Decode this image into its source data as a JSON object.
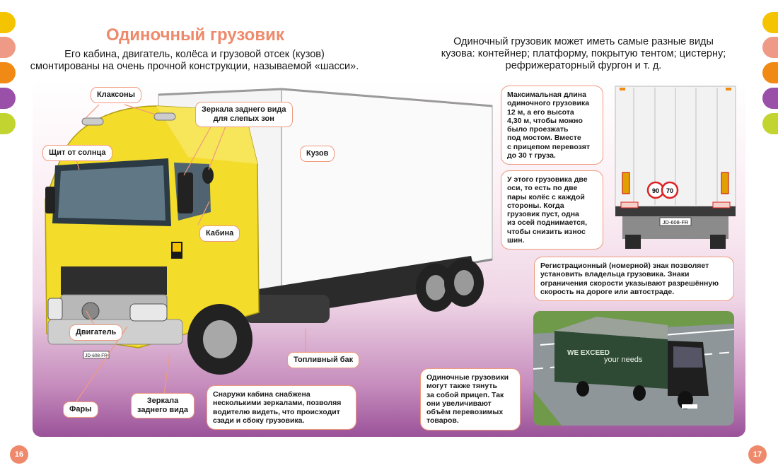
{
  "title": "Одиночный грузовик",
  "intro_left": [
    "Его кабина, двигатель, колёса и грузовой отсек (кузов)",
    "смонтированы на очень прочной конструкции, называемой «шасси»."
  ],
  "intro_right": [
    "Одиночный грузовик может иметь самые разные виды",
    "кузова: контейнер; платформу, покрытую тентом; цистерну;",
    "рефрижераторный фургон и т. д."
  ],
  "labels": {
    "horns": "Клаксоны",
    "blindspot_mirrors": [
      "Зеркала заднего вида",
      "для слепых зон"
    ],
    "sun_visor": "Щит от солнца",
    "body": "Кузов",
    "cab": "Кабина",
    "engine": "Двигатель",
    "fuel_tank": "Топливный бак",
    "headlights": "Фары",
    "mirrors": [
      "Зеркала",
      "заднего вида"
    ]
  },
  "boxes": {
    "mirrors_info": [
      "Снаружи кабина снабжена",
      "несколькими зеркалами, позволяя",
      "водителю видеть, что происходит",
      "сзади и сбоку грузовика."
    ],
    "max_length": [
      "Максимальная длина",
      "одиночного грузовика",
      "12 м, а его высота",
      "4,30 м, чтобы можно",
      "было проезжать",
      "под мостом. Вместе",
      "с прицепом перевозят",
      "до 30 т груза."
    ],
    "axles": [
      "У этого грузовика две",
      "оси, то есть по две",
      "пары колёс с каждой",
      "стороны. Когда",
      "грузовик пуст, одна",
      "из осей поднимается,",
      "чтобы снизить износ",
      "шин."
    ],
    "plate_info": [
      "Регистрационный (номерной) знак позволяет",
      "установить владельца грузовика. Знаки",
      "ограничения скорости указывают разрешённую",
      "скорость на дороге или автостраде."
    ],
    "trailer_info": [
      "Одиночные грузовики",
      "могут также тянуть",
      "за собой прицеп. Так",
      "они увеличивают",
      "объём перевозимых",
      "товаров."
    ]
  },
  "plates": {
    "front": "JD-608-FR",
    "rear": "JD-608-FR"
  },
  "speed_signs": [
    "90",
    "70"
  ],
  "trailer_text": [
    "WE EXCEED",
    "your needs"
  ],
  "page_numbers": {
    "left": "16",
    "right": "17"
  },
  "colors": {
    "accent": "#ee8a6b",
    "tabs": [
      "#f5c400",
      "#ee9a86",
      "#f08a14",
      "#9a4fa8",
      "#c2d430"
    ],
    "truck_cab": "#f3dc2a",
    "panel_bottom": "#9a5299"
  }
}
